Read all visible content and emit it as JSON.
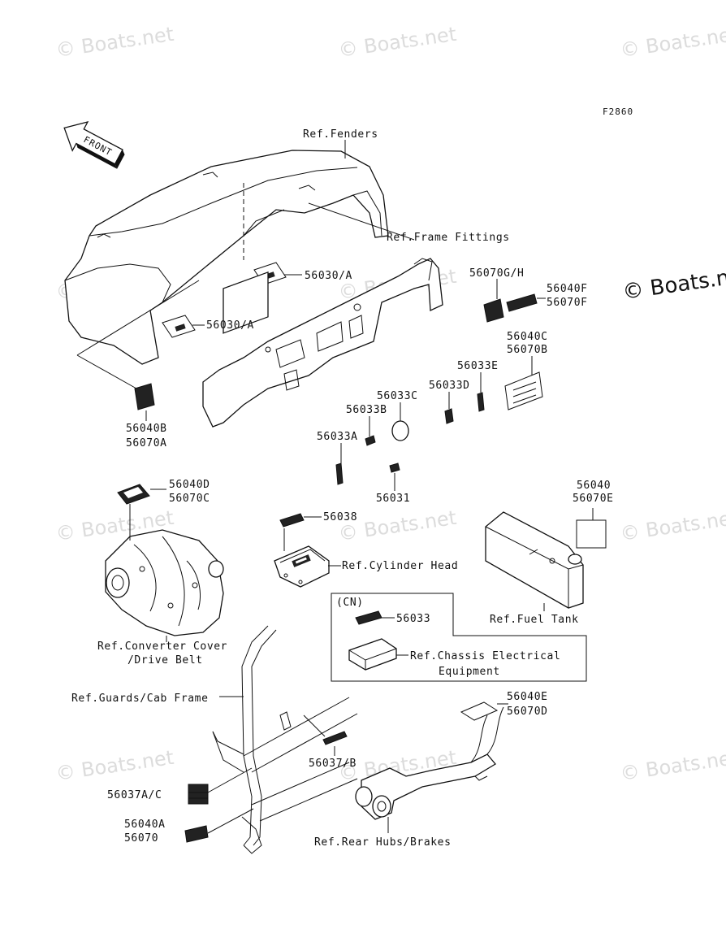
{
  "figure_code": "F2860",
  "watermark": "© Boats.net",
  "watermark_large": "© Boats.ne",
  "front_label": "FRONT",
  "labels": {
    "ref_fenders": "Ref.Fenders",
    "ref_frame_fittings": "Ref.Frame Fittings",
    "p56030a_1": "56030/A",
    "p56030a_2": "56030/A",
    "p56070gh": "56070G/H",
    "p56040f": "56040F",
    "p56070f": "56070F",
    "p56040c": "56040C",
    "p56070b": "56070B",
    "p56033e": "56033E",
    "p56033d": "56033D",
    "p56033c": "56033C",
    "p56033b": "56033B",
    "p56033a": "56033A",
    "p56031": "56031",
    "p56040b": "56040B",
    "p56070a": "56070A",
    "p56040d": "56040D",
    "p56070c": "56070C",
    "p56038": "56038",
    "ref_cylinder_head": "Ref.Cylinder Head",
    "p56040": "56040",
    "p56070e": "56070E",
    "ref_fuel_tank": "Ref.Fuel Tank",
    "cn_tag": "(CN)",
    "p56033": "56033",
    "ref_chassis_1": "Ref.Chassis Electrical",
    "ref_chassis_2": "Equipment",
    "ref_converter_1": "Ref.Converter Cover",
    "ref_converter_2": "/Drive Belt",
    "ref_guards": "Ref.Guards/Cab Frame",
    "p56040e": "56040E",
    "p56070d": "56070D",
    "p56037b": "56037/B",
    "p56037ac": "56037A/C",
    "p56040a": "56040A",
    "p56070": "56070",
    "ref_rear_hubs": "Ref.Rear Hubs/Brakes"
  }
}
